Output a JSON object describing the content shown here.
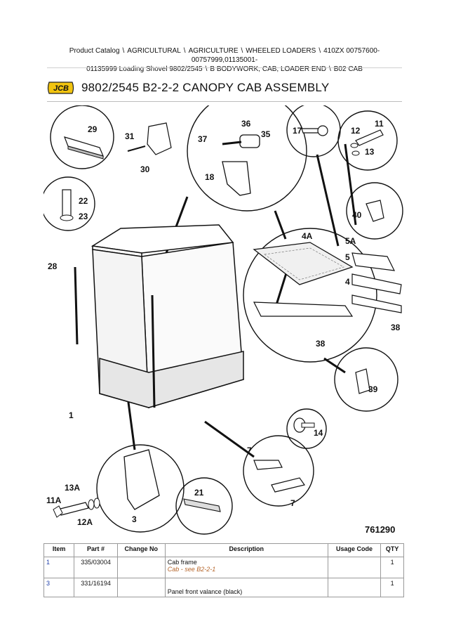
{
  "breadcrumb": {
    "line1": [
      "Product Catalog",
      "AGRICULTURAL",
      "AGRICULTURE",
      "WHEELED LOADERS",
      "410ZX 00757600-00757999,01135001-"
    ],
    "line2": [
      "01135999 Loading Shovel 9802/2545",
      "B BODYWORK, CAB, LOADER END",
      "B02 CAB"
    ],
    "separator": "\\"
  },
  "logo": {
    "text": "JCB",
    "color": "#f2c40f"
  },
  "page_title": "9802/2545 B2-2-2 CANOPY CAB ASSEMBLY",
  "diagram": {
    "figure_number": "761290",
    "callouts": {
      "c29": "29",
      "c31": "31",
      "c30": "30",
      "c36": "36",
      "c37": "37",
      "c35": "35",
      "c18": "18",
      "c17": "17",
      "c11": "11",
      "c12": "12",
      "c13": "13",
      "c22": "22",
      "c23": "23",
      "c40": "40",
      "c28": "28",
      "c4a": "4A",
      "c5a": "5A",
      "c5": "5",
      "c4": "4",
      "c38a": "38",
      "c38b": "38",
      "c39": "39",
      "c1": "1",
      "c14": "14",
      "c7a": "7",
      "c7b": "7",
      "c13a": "13A",
      "c11a": "11A",
      "c12a": "12A",
      "c3": "3",
      "c21": "21"
    }
  },
  "table": {
    "headers": {
      "item": "Item",
      "part": "Part #",
      "change": "Change No",
      "desc": "Description",
      "usage": "Usage Code",
      "qty": "QTY"
    },
    "rows": [
      {
        "item": "1",
        "part": "335/03004",
        "change": "",
        "desc": "Cab frame",
        "desc_ref": "Cab - see B2-2-1",
        "usage": "",
        "qty": "1"
      },
      {
        "item": "3",
        "part": "331/16194",
        "change": "",
        "desc": "Panel front valance (black)",
        "desc_ref": "",
        "usage": "",
        "qty": "1"
      }
    ]
  }
}
